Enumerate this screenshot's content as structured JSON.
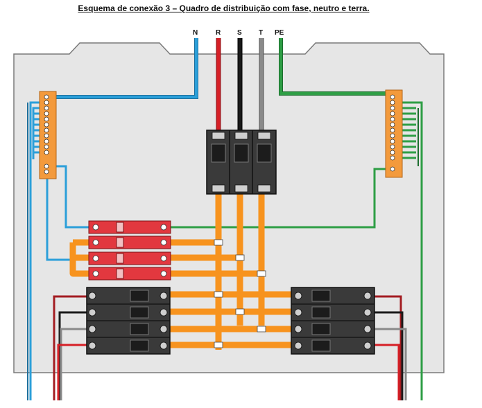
{
  "title": "Esquema de conexão 3 – Quadro de distribuição com fase, neutro e terra.",
  "conductors": [
    {
      "key": "n",
      "label": "N",
      "color": "#2b9fd9"
    },
    {
      "key": "r",
      "label": "R",
      "color": "#d61f26"
    },
    {
      "key": "s",
      "label": "S",
      "color": "#1a1a1a"
    },
    {
      "key": "t",
      "label": "T",
      "color": "#8a8a8a"
    },
    {
      "key": "pe",
      "label": "PE",
      "color": "#2e9e45"
    }
  ],
  "colors": {
    "panel": "#e6e6e6",
    "panel_border": "#7a7a7a",
    "busbar_orange": "#f7931e",
    "neutral_bar": "#f39a3c",
    "breaker_dark": "#3a3a3a",
    "breaker_red": "#e2383f"
  }
}
